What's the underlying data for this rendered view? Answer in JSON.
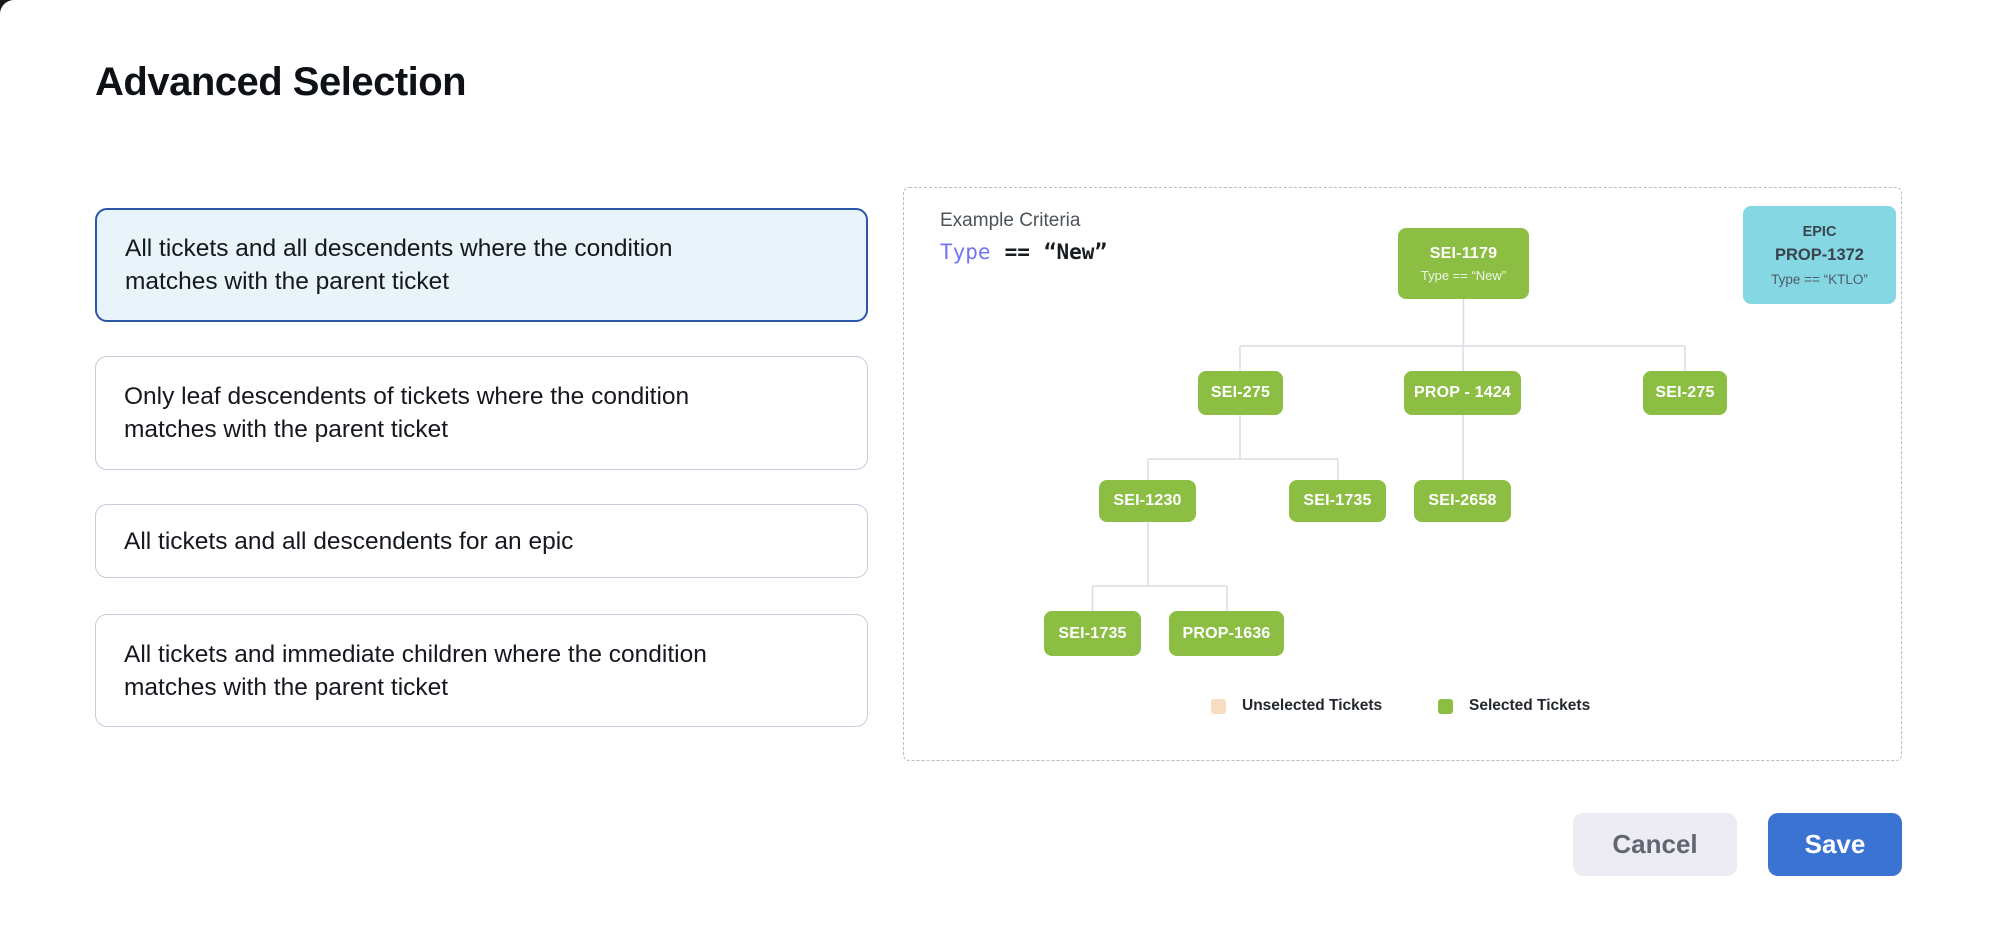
{
  "page": {
    "title": "Advanced Selection"
  },
  "options": [
    {
      "text": "All tickets and all descendents where the condition\nmatches with the parent ticket",
      "selected": true
    },
    {
      "text": "Only leaf descendents of tickets where the condition\nmatches with the parent ticket",
      "selected": false
    },
    {
      "text": "All tickets and all descendents for an epic",
      "selected": false
    },
    {
      "text": "All tickets and immediate children where the condition\nmatches with the parent ticket",
      "selected": false
    }
  ],
  "example": {
    "label": "Example Criteria",
    "criteria": {
      "field": "Type",
      "operator": "==",
      "value": "“New”"
    }
  },
  "epic_card": {
    "type_label": "EPIC",
    "id": "PROP-1372",
    "condition": "Type == “KTLO”"
  },
  "tree": {
    "root": {
      "id": "SEI-1179",
      "condition": "Type == “New”"
    },
    "level2": [
      "SEI-275",
      "PROP - 1424",
      "SEI-275"
    ],
    "level3": [
      "SEI-1230",
      "SEI-1735",
      "SEI-2658"
    ],
    "level4": [
      "SEI-1735",
      "PROP-1636"
    ]
  },
  "legend": [
    {
      "label": "Unselected Tickets",
      "color": "#f8dcc2"
    },
    {
      "label": "Selected Tickets",
      "color": "#8cbe44"
    }
  ],
  "actions": {
    "cancel": "Cancel",
    "save": "Save"
  },
  "colors": {
    "selected_node_green": "#8cbe44",
    "unselected_peach": "#f8dcc2",
    "epic_cyan": "#85d7e3",
    "save_blue": "#3b73d3",
    "selected_card_border": "#2b57a6",
    "selected_card_bg": "#e9f3fa",
    "criteria_field_purple": "#7476f1",
    "connector_gray": "#d9dde3"
  }
}
